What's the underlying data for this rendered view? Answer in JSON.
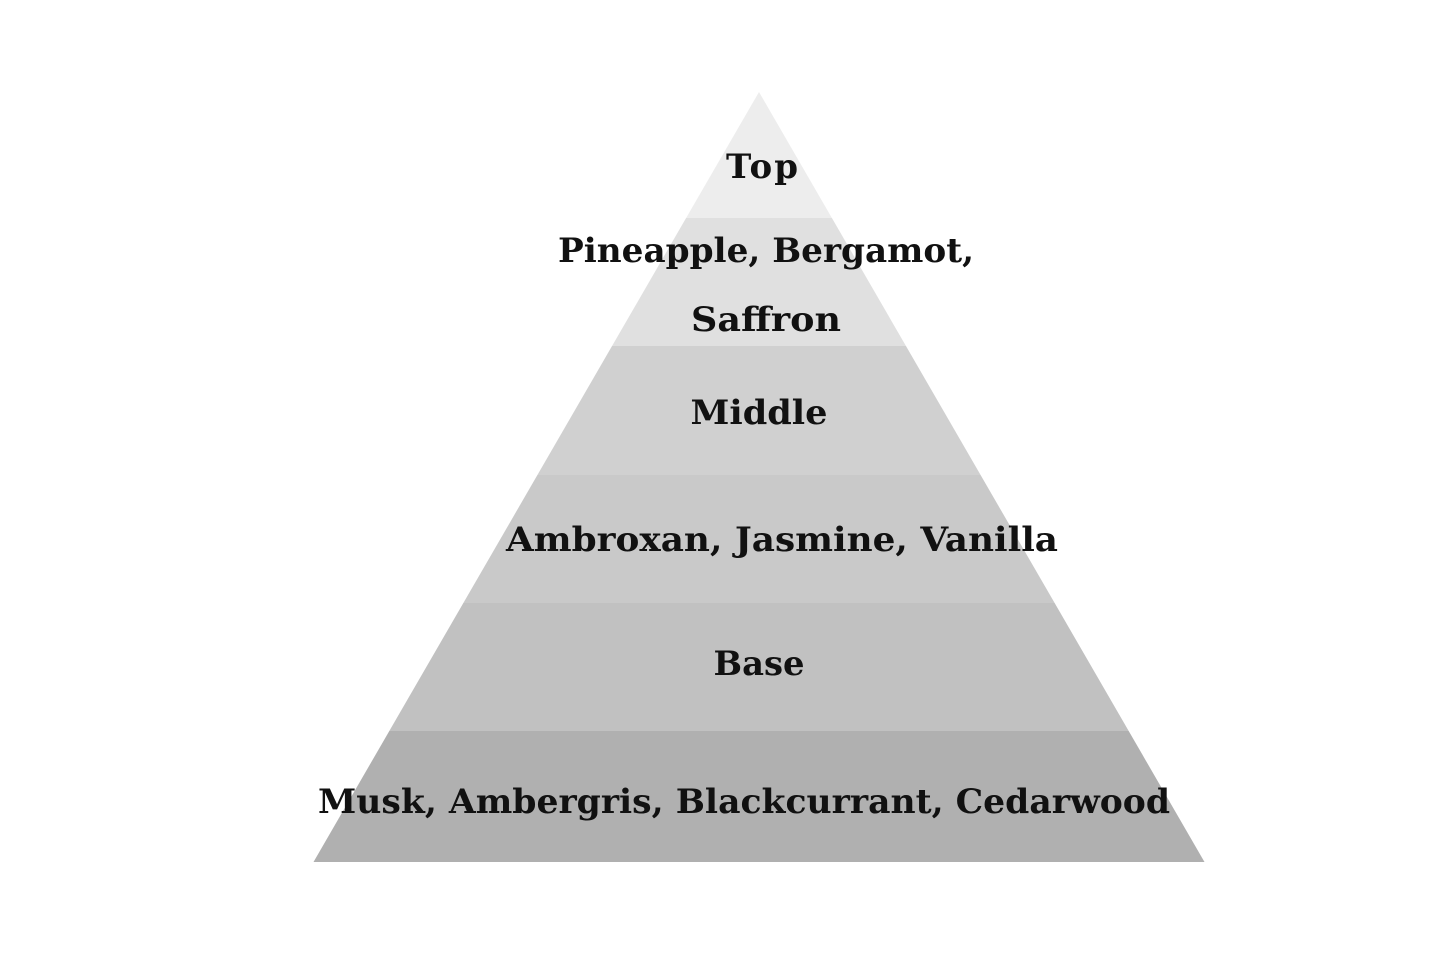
{
  "title": "Fragrance note pyramid",
  "bands": [
    {
      "name": "top-header",
      "color": "#ededed"
    },
    {
      "name": "top-notes",
      "color": "#e0e0e0"
    },
    {
      "name": "middle-header",
      "color": "#d0d0d0"
    },
    {
      "name": "middle-notes",
      "color": "#c9c9c9"
    },
    {
      "name": "base-header",
      "color": "#c1c1c1"
    },
    {
      "name": "base-notes",
      "color": "#b0b0b0"
    }
  ],
  "labels": {
    "top": "Top",
    "top_notes_line1": "Pineapple, Bergamot,",
    "top_notes_line2": "Saffron",
    "middle": "Middle",
    "middle_notes": "Ambroxan, Jasmine, Vanilla",
    "base": "Base",
    "base_notes": "Musk, Ambergris, Blackcurrant, Cedarwood"
  }
}
